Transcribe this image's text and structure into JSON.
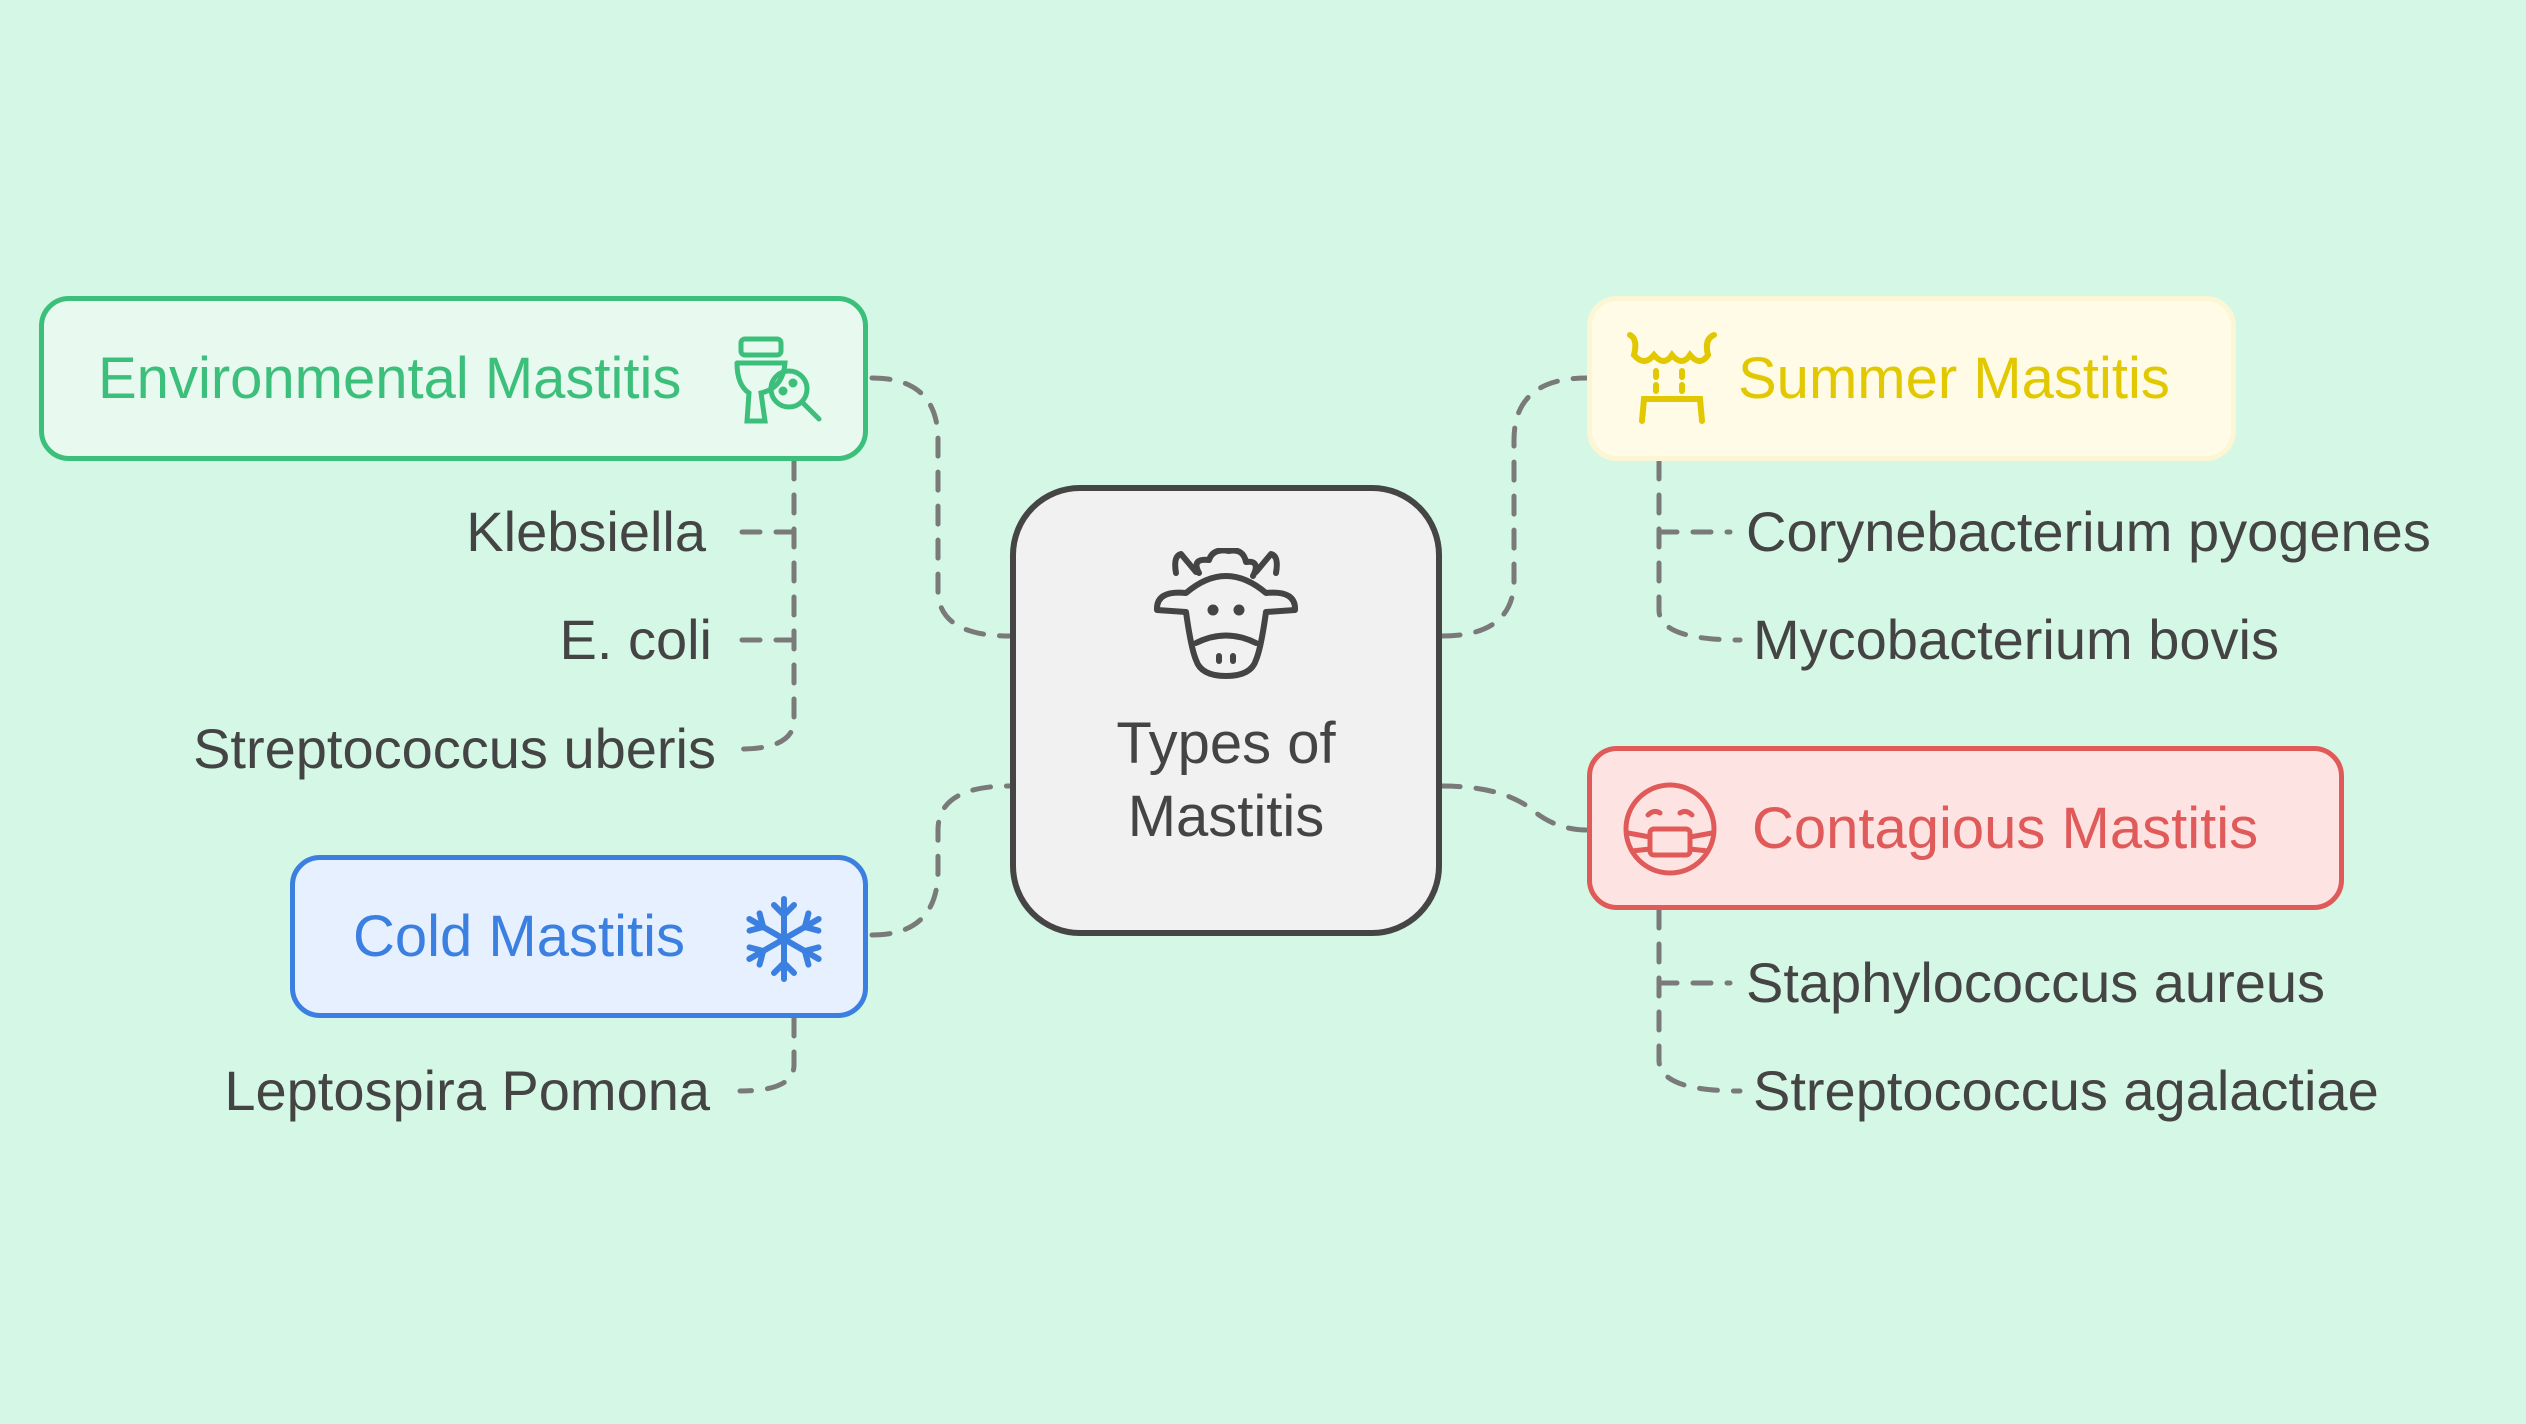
{
  "center": {
    "title_line1": "Types of",
    "title_line2": "Mastitis",
    "icon": "cow-icon"
  },
  "branches": {
    "environmental": {
      "label": "Environmental Mastitis",
      "icon": "toilet-bacteria-icon",
      "color": "#3cbf7b",
      "leaves": [
        "Klebsiella",
        "E. coli",
        "Streptococcus uberis"
      ]
    },
    "cold": {
      "label": "Cold Mastitis",
      "icon": "snowflake-icon",
      "color": "#3b7fe0",
      "leaves": [
        "Leptospira Pomona"
      ]
    },
    "summer": {
      "label": "Summer Mastitis",
      "icon": "udder-icon",
      "color": "#e2c800",
      "leaves": [
        "Corynebacterium pyogenes",
        "Mycobacterium bovis"
      ]
    },
    "contagious": {
      "label": "Contagious Mastitis",
      "icon": "face-mask-icon",
      "color": "#e05a5a",
      "leaves": [
        "Staphylococcus aureus",
        "Streptococcus agalactiae"
      ]
    }
  }
}
